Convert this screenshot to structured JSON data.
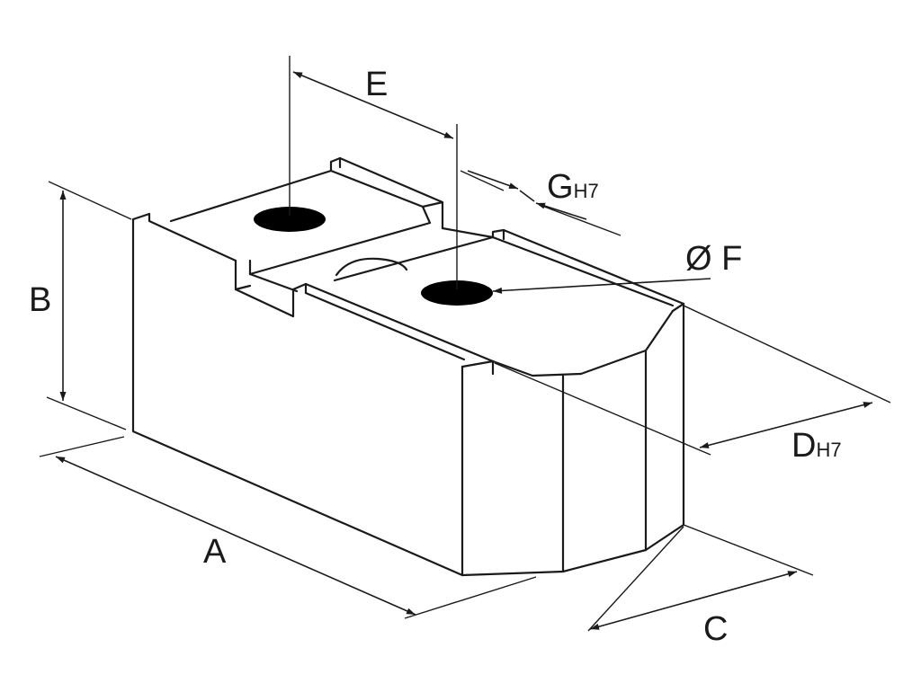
{
  "labels": {
    "a": "A",
    "b": "B",
    "c": "C",
    "d_main": "D",
    "d_sub": "H7",
    "e": "E",
    "f": "Ø F",
    "g_main": "G",
    "g_sub": "H7"
  }
}
